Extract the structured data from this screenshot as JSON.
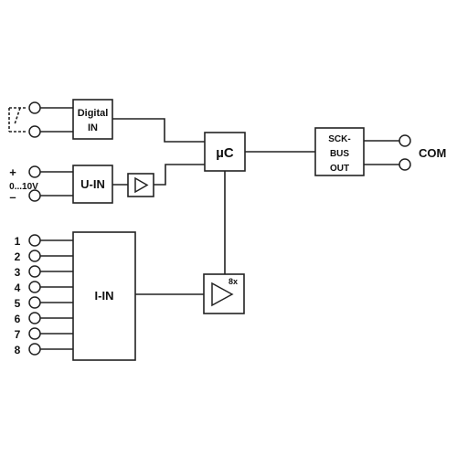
{
  "blocks": {
    "digital_in": [
      "Digital",
      "IN"
    ],
    "u_in": "U-IN",
    "i_in": "I-IN",
    "mcu": "µC",
    "sck_bus_out": [
      "SCK-",
      "BUS",
      "OUT"
    ]
  },
  "amplifier_gain": "8x",
  "com_label": "COM",
  "voltage_input": {
    "plus": "+",
    "minus": "–",
    "range": "0...10V"
  },
  "current_input_channels": [
    "1",
    "2",
    "3",
    "4",
    "5",
    "6",
    "7",
    "8"
  ],
  "colors": {
    "line": "#222222",
    "text": "#111111",
    "background": "#ffffff"
  }
}
